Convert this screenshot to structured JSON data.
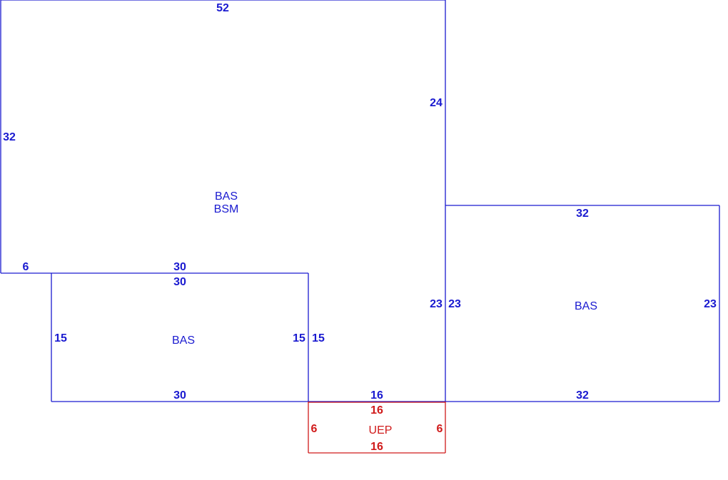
{
  "colors": {
    "main": "#1a1ad0",
    "porch": "#d01a1a"
  },
  "sections": [
    {
      "id": "upper-left",
      "color": "main",
      "area_codes": [
        "BAS",
        "BSM"
      ],
      "dimensions": [
        "52",
        "32",
        "24",
        "6",
        "30"
      ]
    },
    {
      "id": "lower-left",
      "color": "main",
      "area_codes": [
        "BAS"
      ],
      "dimensions": [
        "30",
        "15",
        "15",
        "30"
      ]
    },
    {
      "id": "middle-strip",
      "color": "main",
      "area_codes": [],
      "dimensions": [
        "15",
        "23",
        "16"
      ]
    },
    {
      "id": "right",
      "color": "main",
      "area_codes": [
        "BAS"
      ],
      "dimensions": [
        "32",
        "23",
        "23",
        "32"
      ]
    },
    {
      "id": "porch",
      "color": "porch",
      "area_codes": [
        "UEP"
      ],
      "dimensions": [
        "16",
        "6",
        "6",
        "16"
      ]
    }
  ]
}
